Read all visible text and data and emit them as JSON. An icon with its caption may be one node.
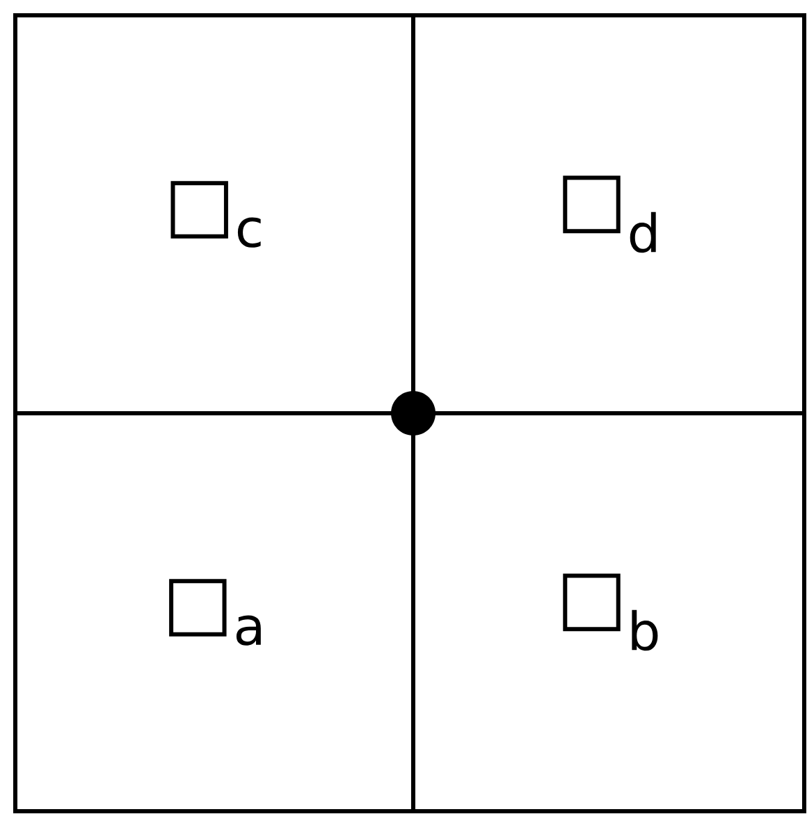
{
  "diagram": {
    "nodes": [
      {
        "text": [
          "□$_{c}$"
        ]
      },
      {
        "text": [
          "□$_{d}$"
        ]
      },
      {
        "text": [
          "□$_{a}$"
        ]
      },
      {
        "text": [
          "□$_{b}$"
        ]
      }
    ]
  }
}
